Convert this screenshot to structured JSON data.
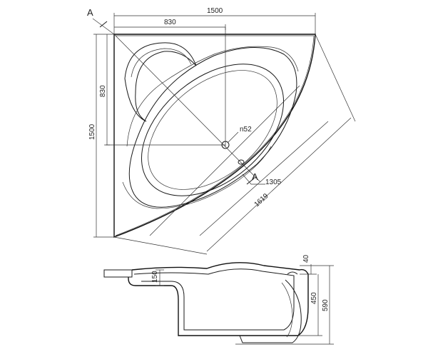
{
  "labels": {
    "section_top": "A",
    "section_mid": "A"
  },
  "dimensions": {
    "width_total": "1500",
    "width_partial": "830",
    "height_total": "1500",
    "height_partial": "830",
    "drain": "n52",
    "inner_diagonal": "1305",
    "outer_diagonal": "1619",
    "rim_height": "40",
    "seat_depth": "150",
    "inner_depth": "450",
    "total_height": "590"
  },
  "colors": {
    "line": "#1a1a1a",
    "text": "#222222",
    "background": "#ffffff"
  }
}
